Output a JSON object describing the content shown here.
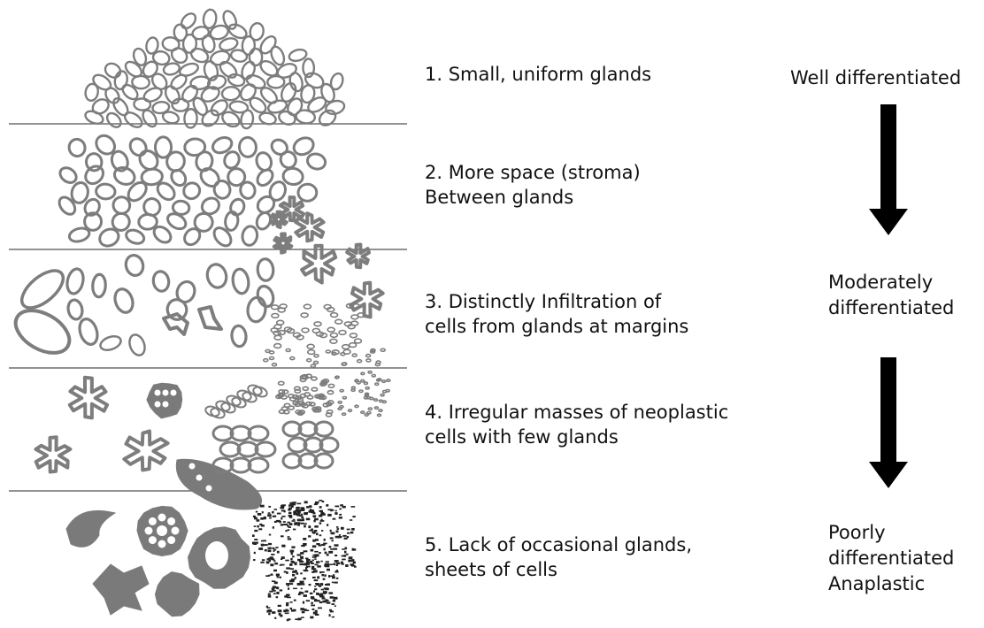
{
  "grades": [
    {
      "number": 1,
      "lines": [
        "1. Small, uniform glands"
      ]
    },
    {
      "number": 2,
      "lines": [
        "2. More space (stroma)",
        "Between glands"
      ]
    },
    {
      "number": 3,
      "lines": [
        "3. Distinctly Infiltration of",
        "cells from glands at margins"
      ]
    },
    {
      "number": 4,
      "lines": [
        "4. Irregular masses of neoplastic",
        "cells with few glands"
      ]
    },
    {
      "number": 5,
      "lines": [
        "5. Lack of occasional glands,",
        "sheets of cells"
      ]
    }
  ],
  "differentiation": {
    "well": [
      "Well differentiated"
    ],
    "moderate": [
      "Moderately",
      "differentiated"
    ],
    "poor": [
      "Poorly",
      "differentiated",
      "Anaplastic"
    ]
  },
  "colors": {
    "outline": "#7d7d7d",
    "fill": "#7a7a7a",
    "divider": "#6e6e6e",
    "arrow": "#000000",
    "text": "#111111"
  }
}
